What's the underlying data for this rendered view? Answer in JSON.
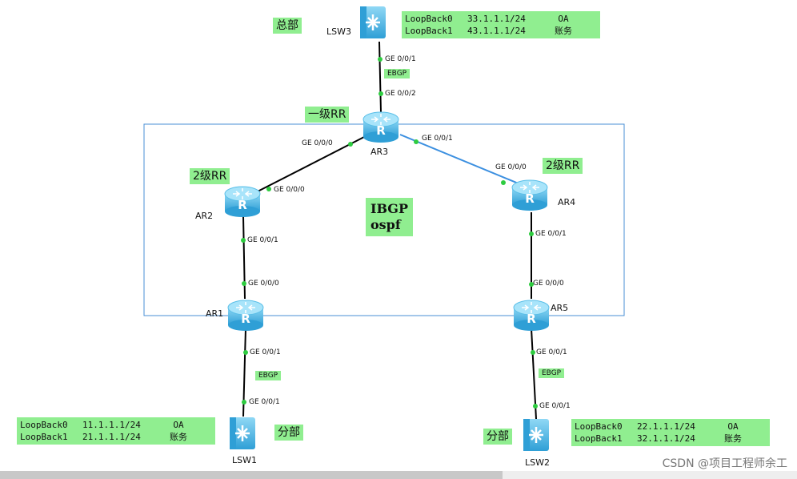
{
  "devices": {
    "lsw3": "LSW3",
    "ar3": "AR3",
    "ar2": "AR2",
    "ar4": "AR4",
    "ar1": "AR1",
    "ar5": "AR5",
    "lsw1": "LSW1",
    "lsw2": "LSW2"
  },
  "ports": {
    "lsw3_down": "GE 0/0/1",
    "ar3_up": "GE 0/0/2",
    "ar3_left": "GE 0/0/0",
    "ar3_right": "GE 0/0/1",
    "ar2_up": "GE 0/0/0",
    "ar2_down": "GE 0/0/1",
    "ar1_up": "GE 0/0/0",
    "ar1_down": "GE 0/0/1",
    "lsw1_up": "GE 0/0/1",
    "ar4_up": "GE 0/0/0",
    "ar4_down": "GE 0/0/1",
    "ar5_up": "GE 0/0/0",
    "ar5_down": "GE 0/0/1",
    "lsw2_up": "GE 0/0/1"
  },
  "tags": {
    "hq": "总部",
    "branch1": "分部",
    "branch2": "分部",
    "rr1": "一级RR",
    "rr2_left": "2级RR",
    "rr2_right": "2级RR",
    "ebgp_top": "EBGP",
    "ebgp_left": "EBGP",
    "ebgp_right": "EBGP",
    "ibgp": "IBGP",
    "ospf": "ospf"
  },
  "loopbacks": {
    "lsw3": [
      {
        "name": "LoopBack0",
        "ip": "33.1.1.1/24",
        "desc": "OA"
      },
      {
        "name": "LoopBack1",
        "ip": "43.1.1.1/24",
        "desc": "账务"
      }
    ],
    "lsw1": [
      {
        "name": "LoopBack0",
        "ip": "11.1.1.1/24",
        "desc": "OA"
      },
      {
        "name": "LoopBack1",
        "ip": "21.1.1.1/24",
        "desc": "账务"
      }
    ],
    "lsw2": [
      {
        "name": "LoopBack0",
        "ip": "22.1.1.1/24",
        "desc": "OA"
      },
      {
        "name": "LoopBack1",
        "ip": "32.1.1.1/24",
        "desc": "账务"
      }
    ]
  },
  "watermark": "CSDN @项目工程师余工",
  "colors": {
    "label_bg": "#90ee90",
    "router_blue": "#5bbfe8",
    "area_border": "#4a8fd4",
    "link_black": "#000000",
    "link_blue": "#3b8fe0",
    "port_dot": "#2ecc40"
  }
}
